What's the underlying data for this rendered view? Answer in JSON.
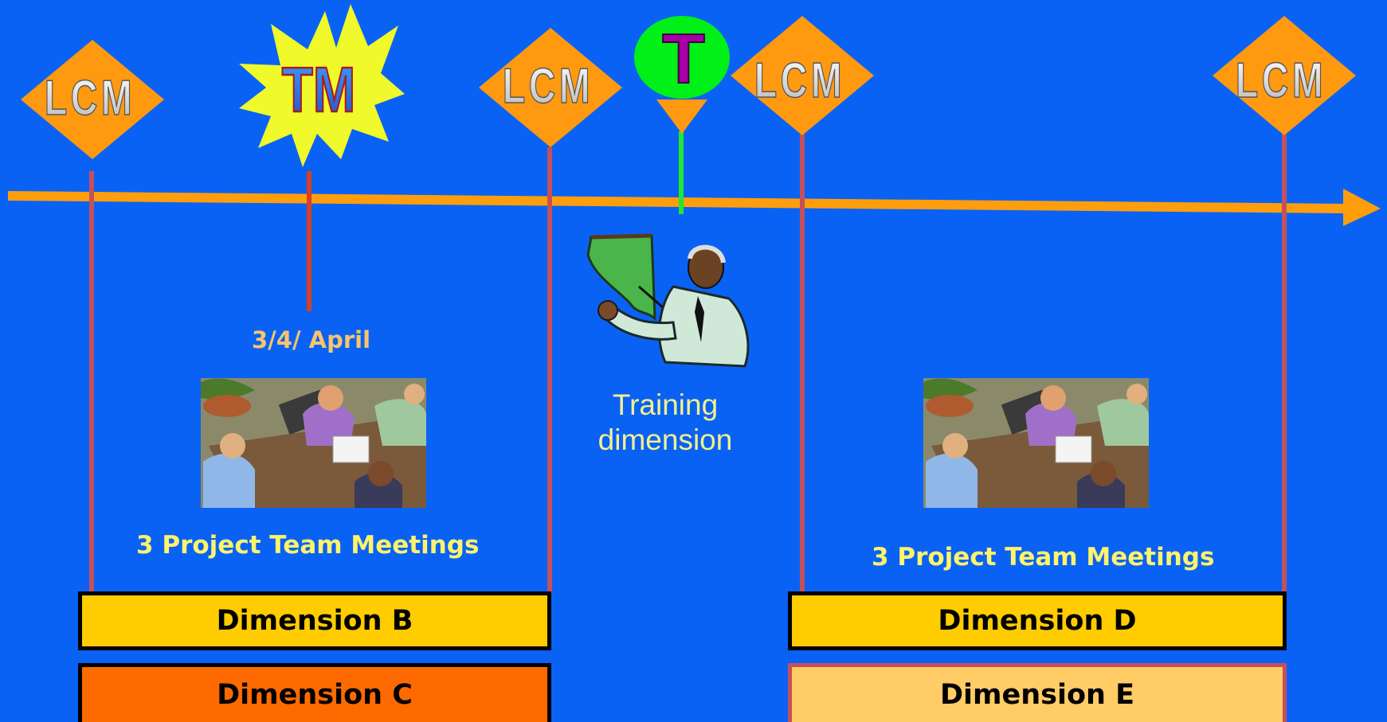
{
  "milestones": {
    "lcm_label": "LCM",
    "tm_label": "TM",
    "t_label": "T"
  },
  "labels": {
    "tm_date": "3/4/ April",
    "meetings_left": "3 Project Team Meetings",
    "meetings_right": "3 Project Team Meetings",
    "training": [
      "Training",
      "dimension"
    ]
  },
  "dimensions": {
    "b": "Dimension B",
    "c": "Dimension C",
    "d": "Dimension D",
    "e": "Dimension E"
  },
  "colors": {
    "background": "#0a62f5",
    "timeline": "#ff9e0c",
    "lcm_diamond": "#ff9a10",
    "tm_burst": "#f0fa2a",
    "t_circle": "#00f018",
    "t_letter": "#a800a8",
    "milestone_line": "#c4505a",
    "tm_line": "#d84020",
    "t_line": "#20e830",
    "dim_yellow": "#ffcc00",
    "dim_orange": "#ff6a00",
    "dim_light": "#ffcc66"
  },
  "icons": [
    "lcm-diamond-icon",
    "tm-starburst-icon",
    "t-pin-icon",
    "presenter-clipart-icon",
    "meeting-clipart-icon"
  ]
}
